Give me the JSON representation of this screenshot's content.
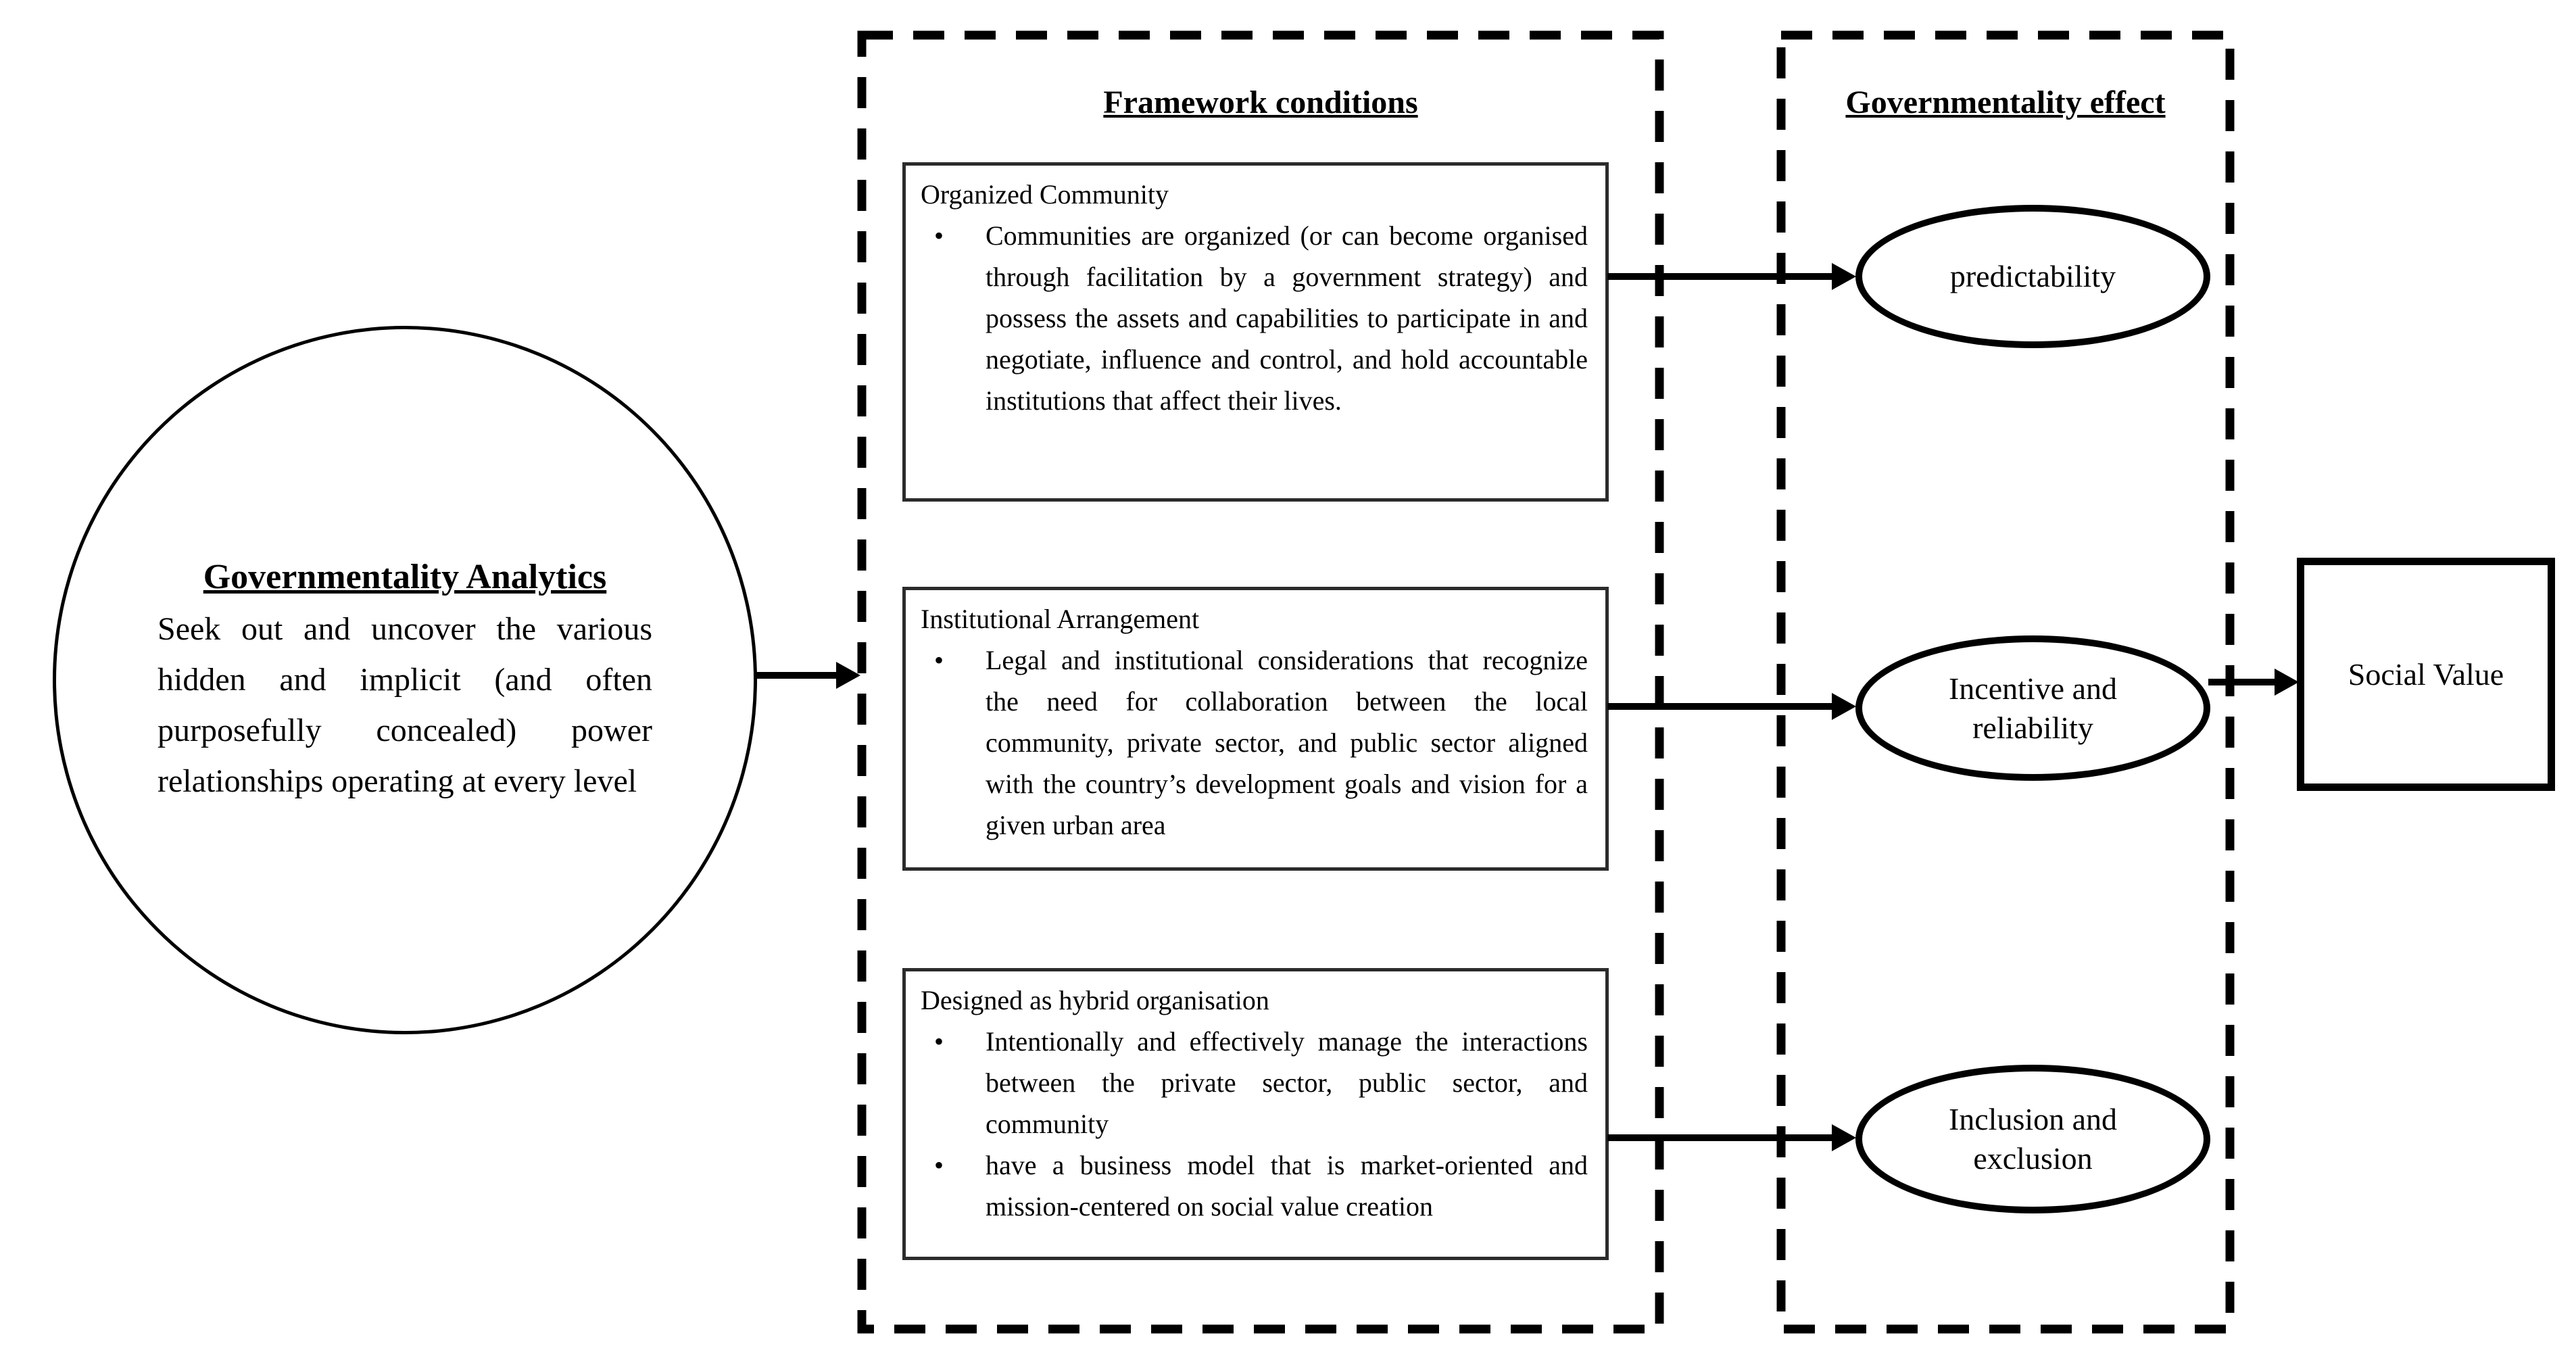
{
  "diagram": {
    "analytics_circle": {
      "title": "Governmentality Analytics",
      "body": "Seek out and uncover the various hidden and implicit (and often purposefully concealed) power relationships operating at every level"
    },
    "framework_section": {
      "title": "Framework conditions",
      "boxes": [
        {
          "heading": "Organized Community",
          "bullets": [
            "Communities are organized (or can become organised through facilitation by a government strategy) and possess the assets and capabilities to participate in and negotiate, influence and control, and hold accountable institutions that affect their lives."
          ]
        },
        {
          "heading": "Institutional Arrangement",
          "bullets": [
            "Legal and institutional considerations that recognize the need for collaboration between the local community, private sector, and public sector aligned with the country’s development goals and vision for a given urban area"
          ]
        },
        {
          "heading": "Designed as hybrid organisation",
          "bullets": [
            "Intentionally and effectively manage the interactions between the private sector, public sector, and community",
            "have a business model that is market-oriented and mission-centered on social value creation"
          ]
        }
      ]
    },
    "effect_section": {
      "title": "Governmentality effect",
      "ellipses": [
        {
          "label": "predictability"
        },
        {
          "label": "Incentive and reliability"
        },
        {
          "label": "Inclusion and exclusion"
        }
      ]
    },
    "outcome_box": {
      "label": "Social Value"
    },
    "glyphs": {
      "bullet": "•"
    },
    "colors": {
      "ink": "#000000",
      "box_border": "#2b2b2b",
      "background": "#ffffff"
    }
  }
}
